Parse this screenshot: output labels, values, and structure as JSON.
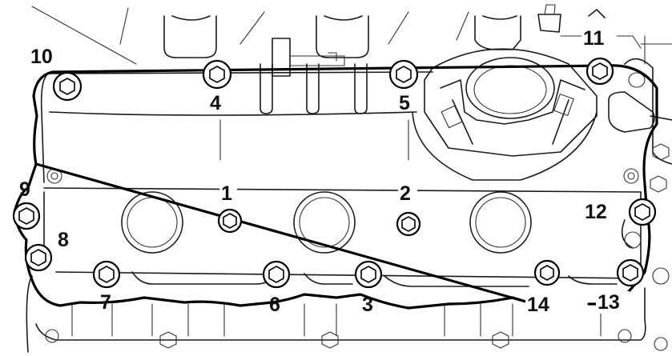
{
  "bolts": [
    {
      "label": "1"
    },
    {
      "label": "2"
    },
    {
      "label": "3"
    },
    {
      "label": "4"
    },
    {
      "label": "5"
    },
    {
      "label": "6"
    },
    {
      "label": "7"
    },
    {
      "label": "8"
    },
    {
      "label": "9"
    },
    {
      "label": "10"
    },
    {
      "label": "11"
    },
    {
      "label": "12"
    },
    {
      "label": "13"
    },
    {
      "label": "14"
    }
  ]
}
